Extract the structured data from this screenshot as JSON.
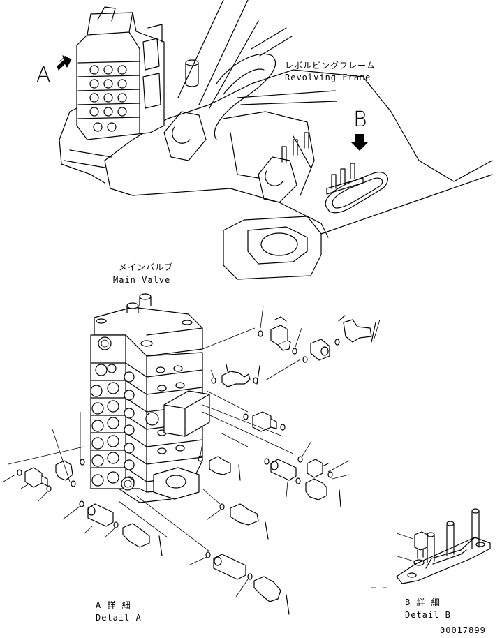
{
  "labels": {
    "frame_jp": "レボルビングフレーム",
    "frame_en": "Revolving Frame",
    "valve_jp": "メインバルブ",
    "valve_en": "Main Valve",
    "view_a": "A",
    "view_b": "B",
    "detail_a_jp": "A 詳 細",
    "detail_a_en": "Detail A",
    "detail_b_jp": "B 詳 細",
    "detail_b_en": "Detail B",
    "drawing_no": "00017899"
  }
}
